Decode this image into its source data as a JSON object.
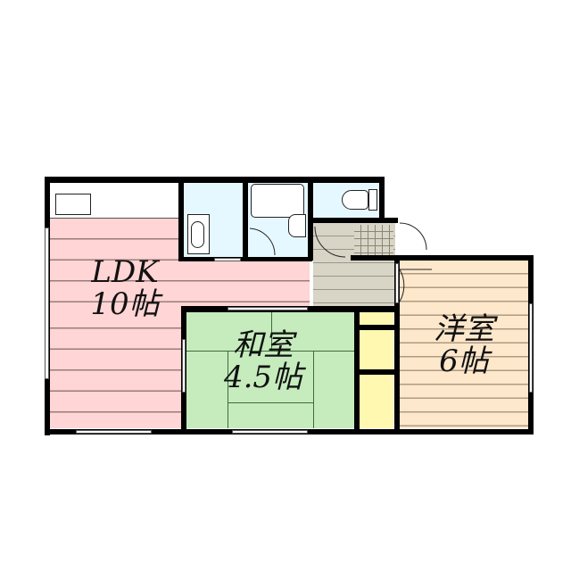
{
  "floorplan": {
    "rooms": {
      "ldk": {
        "name": "LDK",
        "size": "10帖",
        "color": "#ffd5d5"
      },
      "japanese": {
        "name": "和室",
        "size": "4.5帖",
        "color": "#c6ecbe"
      },
      "western": {
        "name": "洋室",
        "size": "6帖",
        "color": "#fde8cc"
      },
      "washroom": {
        "color": "#e6f8ff"
      },
      "bathroom": {
        "color": "#e6f8ff"
      },
      "toilet": {
        "color": "#e6f8ff"
      },
      "entrance": {
        "color": "#d8d4c6"
      },
      "closets": {
        "color": "#fff8b0"
      }
    },
    "wall_color": "#000000"
  }
}
